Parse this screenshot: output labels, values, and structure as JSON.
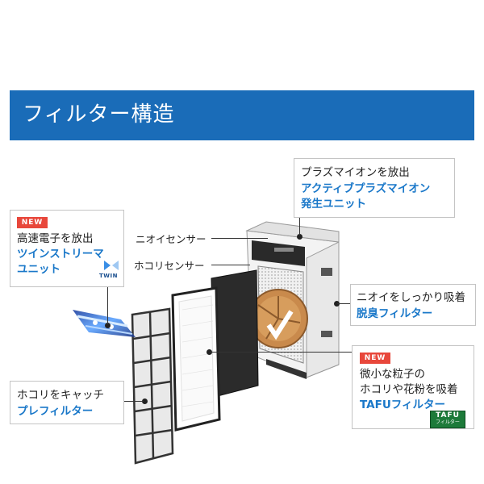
{
  "header": {
    "title": "フィルター構造"
  },
  "callouts": {
    "plasma": {
      "line1": "プラズマイオンを放出",
      "line2": "アクティブプラズマイオン",
      "line3": "発生ユニット"
    },
    "streamer": {
      "badge": "NEW",
      "line1": "高速電子を放出",
      "line2": "ツインストリーマ",
      "line3": "ユニット",
      "logo_text": "TWIN"
    },
    "odor_sensor": {
      "label": "ニオイセンサー"
    },
    "dust_sensor": {
      "label": "ホコリセンサー"
    },
    "deodorizing": {
      "line1": "ニオイをしっかり吸着",
      "line2": "脱臭フィルター"
    },
    "tafu": {
      "badge": "NEW",
      "line1": "微小な粒子の",
      "line2": "ホコリや花粉を吸着",
      "line3": "TAFUフィルター",
      "logo_top": "TAFU",
      "logo_bottom": "フィルター"
    },
    "prefilter": {
      "line1": "ホコリをキャッチ",
      "line2": "プレフィルター"
    }
  },
  "colors": {
    "banner": "#1a6cb8",
    "accent_blue": "#1a78c9",
    "badge_red": "#e8473b",
    "tafu_green": "#1d7a3a"
  }
}
